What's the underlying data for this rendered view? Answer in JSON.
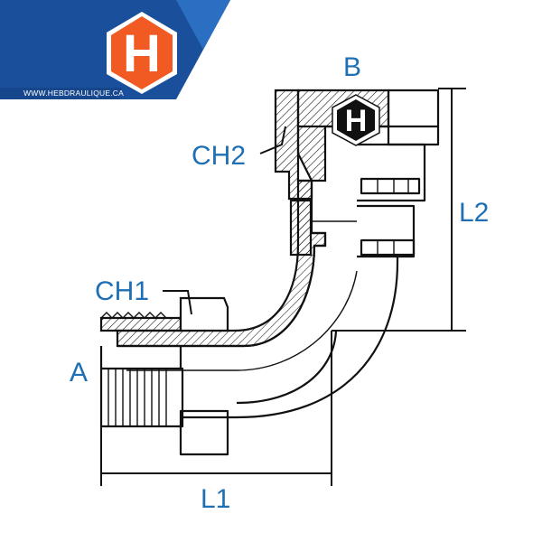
{
  "brand": {
    "url": "WWW.HEBDRAULIQUE.CA",
    "logo_letter": "H",
    "colors": {
      "orange": "#f15a22",
      "blue_dark": "#1a4f9c",
      "blue_light": "#2b6fc2",
      "label_blue": "#1e6fb4"
    }
  },
  "diagram": {
    "port_a_label": "A",
    "port_b_label": "B",
    "hex1_label": "CH1",
    "hex2_label": "CH2",
    "length1_label": "L1",
    "length2_label": "L2",
    "center_logo_letter": "H"
  }
}
